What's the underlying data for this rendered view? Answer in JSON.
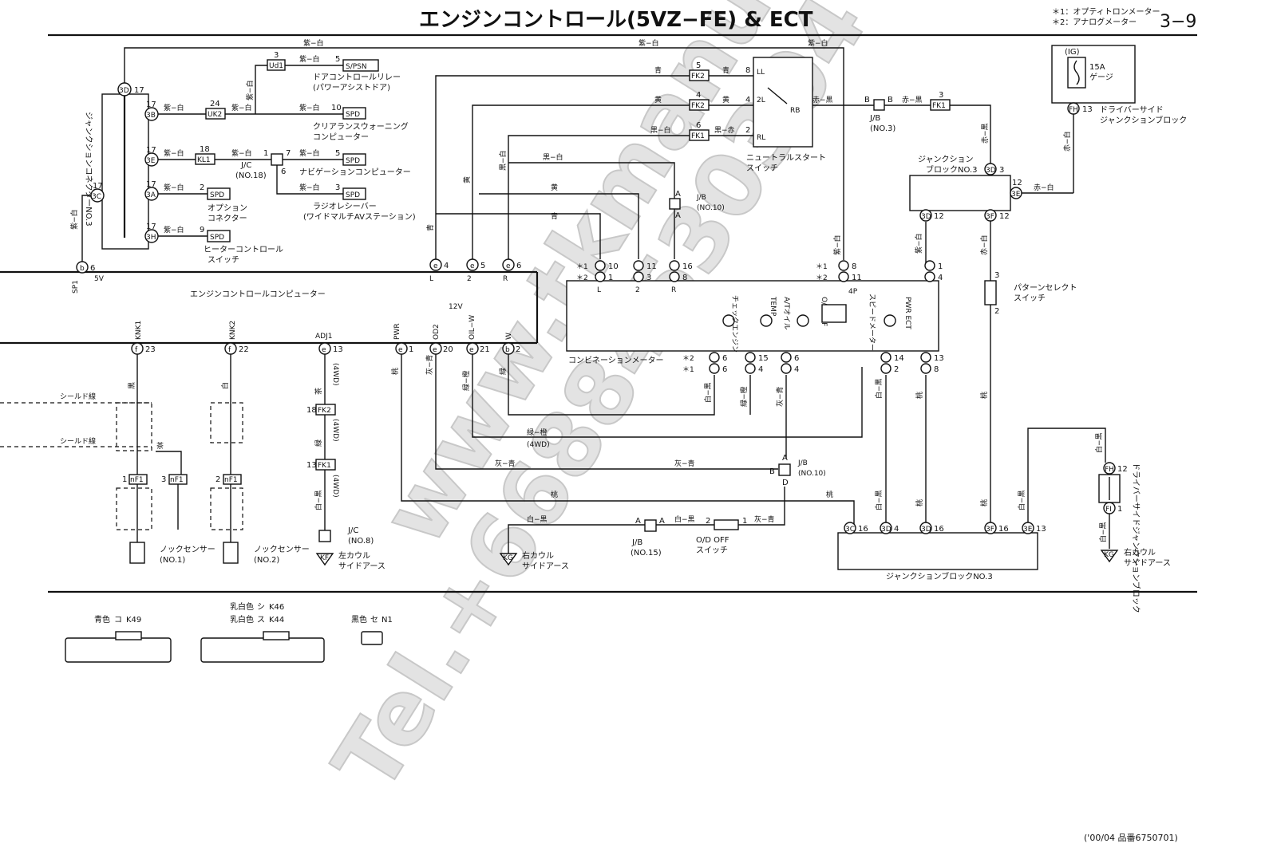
{
  "header": {
    "title": "エンジンコントロール(5VZ−FE) & ECT",
    "page_number": "3−9",
    "note1": "＊1：オプティトロンメーター",
    "note2": "＊2：アナログメーター"
  },
  "footer": {
    "code": "('00/04  品番6750701)"
  },
  "watermark": {
    "line1": "www.tkmanual.com",
    "line2": "Tel.+66884530304"
  },
  "wire_colors": {
    "v_w": "紫−白",
    "blue": "青",
    "yellow": "黄",
    "bk_w": "黒−白",
    "bk_r": "黒−赤",
    "r_bk": "赤−黒",
    "r_w": "赤−白",
    "p": "桃",
    "gr_l": "灰−青",
    "w_bk": "白−黒",
    "lg_o": "緑−橙",
    "br": "茶",
    "w": "白",
    "b": "黒",
    "g": "灰",
    "gr": "緑"
  },
  "components": {
    "jc_no3_left": "ジャンクションコネクターNO.3",
    "door_relay": "ドアコントロールリレー",
    "door_relay_sub": "(パワーアシストドア)",
    "clearance": "クリアランスウォーニング",
    "clearance_sub": "コンピューター",
    "navi": "ナビゲーションコンピューター",
    "radio": "ラジオレシーバー",
    "radio_sub": "(ワイドマルチAVステーション)",
    "option": "オプション",
    "option_sub": "コネクター",
    "heater": "ヒーターコントロール",
    "heater_sub": "スイッチ",
    "jc_no18": "J/C",
    "jc_no18_sub": "(NO.18)",
    "ecu": "エンジンコントロールコンピューター",
    "neutral": "ニュートラルスタート",
    "neutral_sub": "スイッチ",
    "jb_no3_top": "J/B",
    "jb_no3_top_sub": "(NO.3)",
    "jb_no10": "J/B",
    "jb_no10_sub": "(NO.10)",
    "jb_no3_block": "ジャンクション",
    "jb_no3_block_sub": "ブロックNO.3",
    "fuse": "15A",
    "fuse_sub": "ゲージ",
    "ig": "(IG)",
    "driver_jb": "ドライバーサイド",
    "driver_jb_sub": "ジャンクションブロック",
    "pattern_sw": "パターンセレクト",
    "pattern_sw_sub": "スイッチ",
    "combi_meter": "コンビネーションメーター",
    "check_engine": "チェックエンジン",
    "temp": "TEMP",
    "at_oil": "A/Tオイル",
    "od_off": "O/D OFF",
    "speedometer": "スピードメーター",
    "pwr_ect": "PWR ECT",
    "shield": "シールド線",
    "knock1": "ノックセンサー",
    "knock1_sub": "(NO.1)",
    "knock2": "ノックセンサー",
    "knock2_sub": "(NO.2)",
    "jc_no8": "J/C",
    "jc_no8_sub": "(NO.8)",
    "kf_ground": "左カウル",
    "kf_ground_sub": "サイドアース",
    "kg_ground": "右カウル",
    "kg_ground_sub": "サイドアース",
    "jb_no15": "J/B",
    "jb_no15_sub": "(NO.15)",
    "od_sw": "O/D OFF",
    "od_sw_sub": "スイッチ",
    "jb_no3_bottom": "ジャンクションブロックNO.3",
    "driver_jb_right": "ドライバーサイドジャンクションブロック",
    "kg_ground_right": "右カウル",
    "kg_ground_right_sub": "サイドアース",
    "sp1": "SP1",
    "v5": "5V",
    "v12": "12V"
  },
  "terminals": {
    "knk1": "KNK1",
    "knk2": "KNK2",
    "adj1": "ADJ1",
    "pwr": "PWR",
    "od2": "OD2",
    "oilw": "OIL−W",
    "w": "W",
    "l": "L",
    "r": "R",
    "n2": "2",
    "nsw_ll": "LL",
    "nsw_2l": "2L",
    "nsw_rl": "RL",
    "nsw_rb": "RB"
  },
  "connectors": {
    "spsn": "S/PSN",
    "ud1": "Ud1",
    "uk2": "UK2",
    "kl1": "KL1",
    "spd": "SPD",
    "fk2": "FK2",
    "fk1": "FK1",
    "nf1": "nF1",
    "fh": "FH",
    "fi": "FI",
    "kf": "KF",
    "kg": "KG",
    "wd4": "(4WD)"
  },
  "legend": [
    {
      "color": "青色",
      "mark": "コ",
      "code": "K49"
    },
    {
      "color": "乳白色",
      "mark": "シ",
      "code": "K46"
    },
    {
      "color": "乳白色",
      "mark": "ス",
      "code": "K44"
    },
    {
      "color": "黒色",
      "mark": "セ",
      "code": "N1"
    }
  ]
}
